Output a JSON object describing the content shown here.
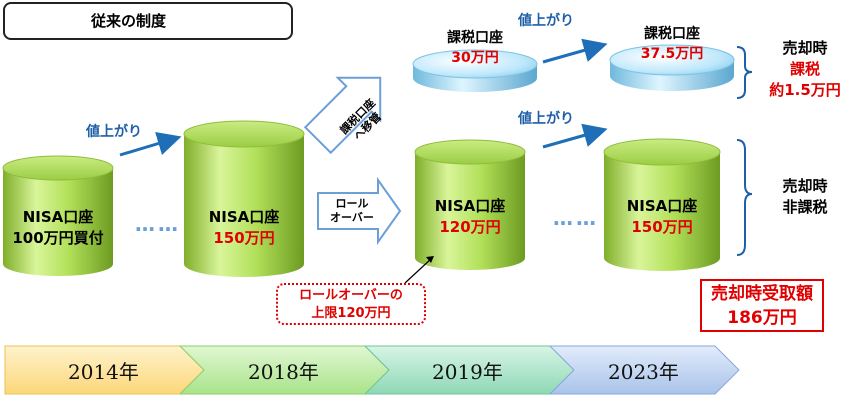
{
  "header": {
    "title": "従来の制度"
  },
  "cylinders": [
    {
      "line1": "NISA口座",
      "line2": "100万円買付"
    },
    {
      "line1": "NISA口座",
      "line2": "150万円"
    },
    {
      "line1": "NISA口座",
      "line2": "120万円"
    },
    {
      "line1": "NISA口座",
      "line2": "150万円"
    }
  ],
  "disks": [
    {
      "line1": "課税口座",
      "line2": "30万円"
    },
    {
      "line1": "課税口座",
      "line2": "37.5万円"
    }
  ],
  "labels": {
    "price_up": "値上がり",
    "transfer_line1": "課税口座",
    "transfer_line2": "へ移管",
    "rollover_line1": "ロール",
    "rollover_line2": "オーバー",
    "dots": "……"
  },
  "taxed_note": {
    "line1": "売却時",
    "line2": "課税",
    "line3": "約1.5万円"
  },
  "untaxed_note": {
    "line1": "売却時",
    "line2": "非課税"
  },
  "rollover_limit": {
    "line1": "ロールオーバーの",
    "line2": "上限120万円"
  },
  "total": {
    "line1": "売却時受取額",
    "line2": "186万円"
  },
  "timeline": [
    "2014年",
    "2018年",
    "2019年",
    "2023年"
  ],
  "colors": {
    "accent_red": "#e00000",
    "arrow_blue": "#1f6fb8",
    "cylinder_green": "#a8d84a",
    "disk_blue": "#9bd8f2"
  }
}
